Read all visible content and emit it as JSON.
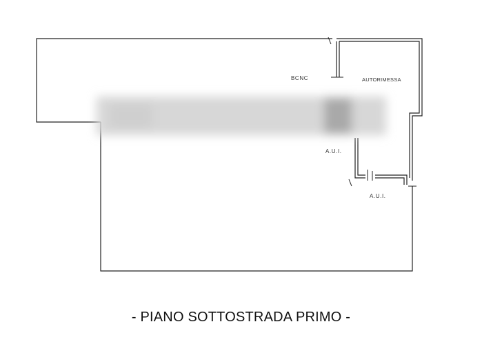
{
  "rooms": {
    "bcnc": "BCNC",
    "autorimessa": "AUTORIMESSA",
    "aui_upper": "A.U.I.",
    "aui_lower": "A.U.I."
  },
  "title": "- PIANO SOTTOSTRADA PRIMO -"
}
